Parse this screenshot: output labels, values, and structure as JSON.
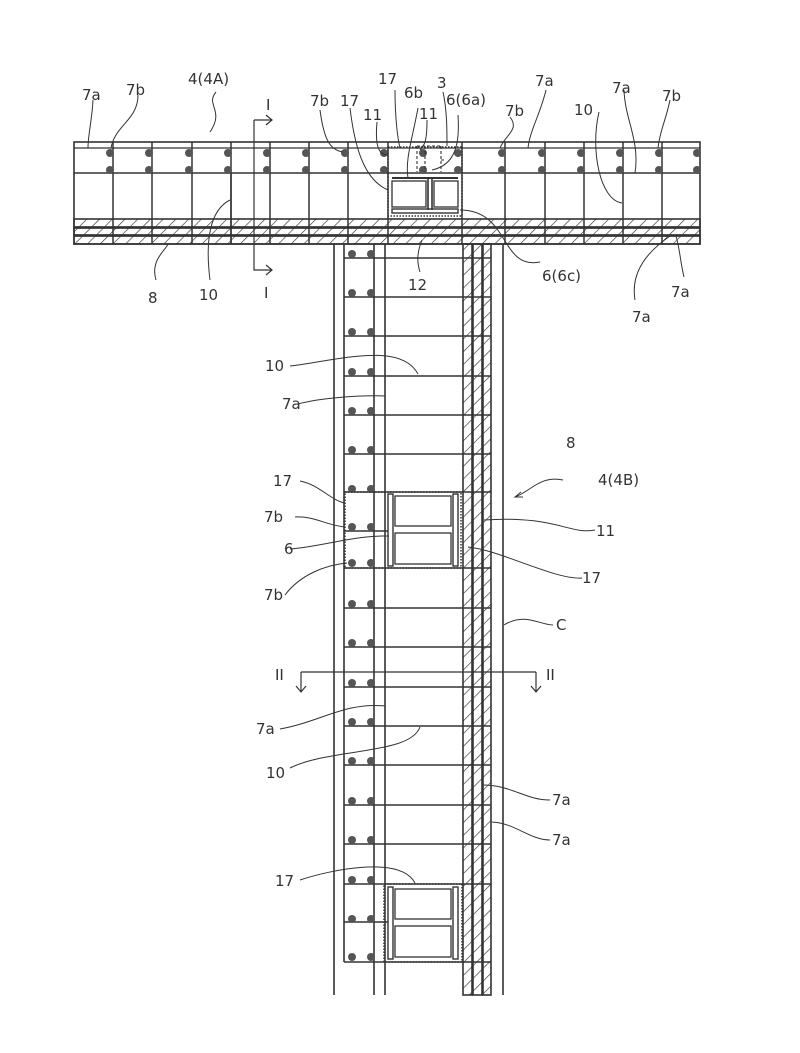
{
  "figure": {
    "type": "patent-drawing",
    "subject": "T-shaped wall junction plan view with reinforcement bars, steel H-beams and insulation layers",
    "colors": {
      "line": "#333333",
      "rebar": "#555555",
      "background": "#ffffff"
    }
  },
  "labels": {
    "wall_a": "4(4A)",
    "wall_b": "4(4B)",
    "section_i": "I",
    "section_ii": "II",
    "rebar_7a": "7a",
    "rebar_7b": "7b",
    "stud_3": "3",
    "beam_6": "6",
    "beam_6a": "6(6a)",
    "flange_6b": "6b",
    "flange_6c": "6(6c)",
    "insulation_8": "8",
    "tie_10": "10",
    "connector_11": "11",
    "plate_12": "12",
    "formwork_17": "17",
    "concrete_c": "C"
  }
}
